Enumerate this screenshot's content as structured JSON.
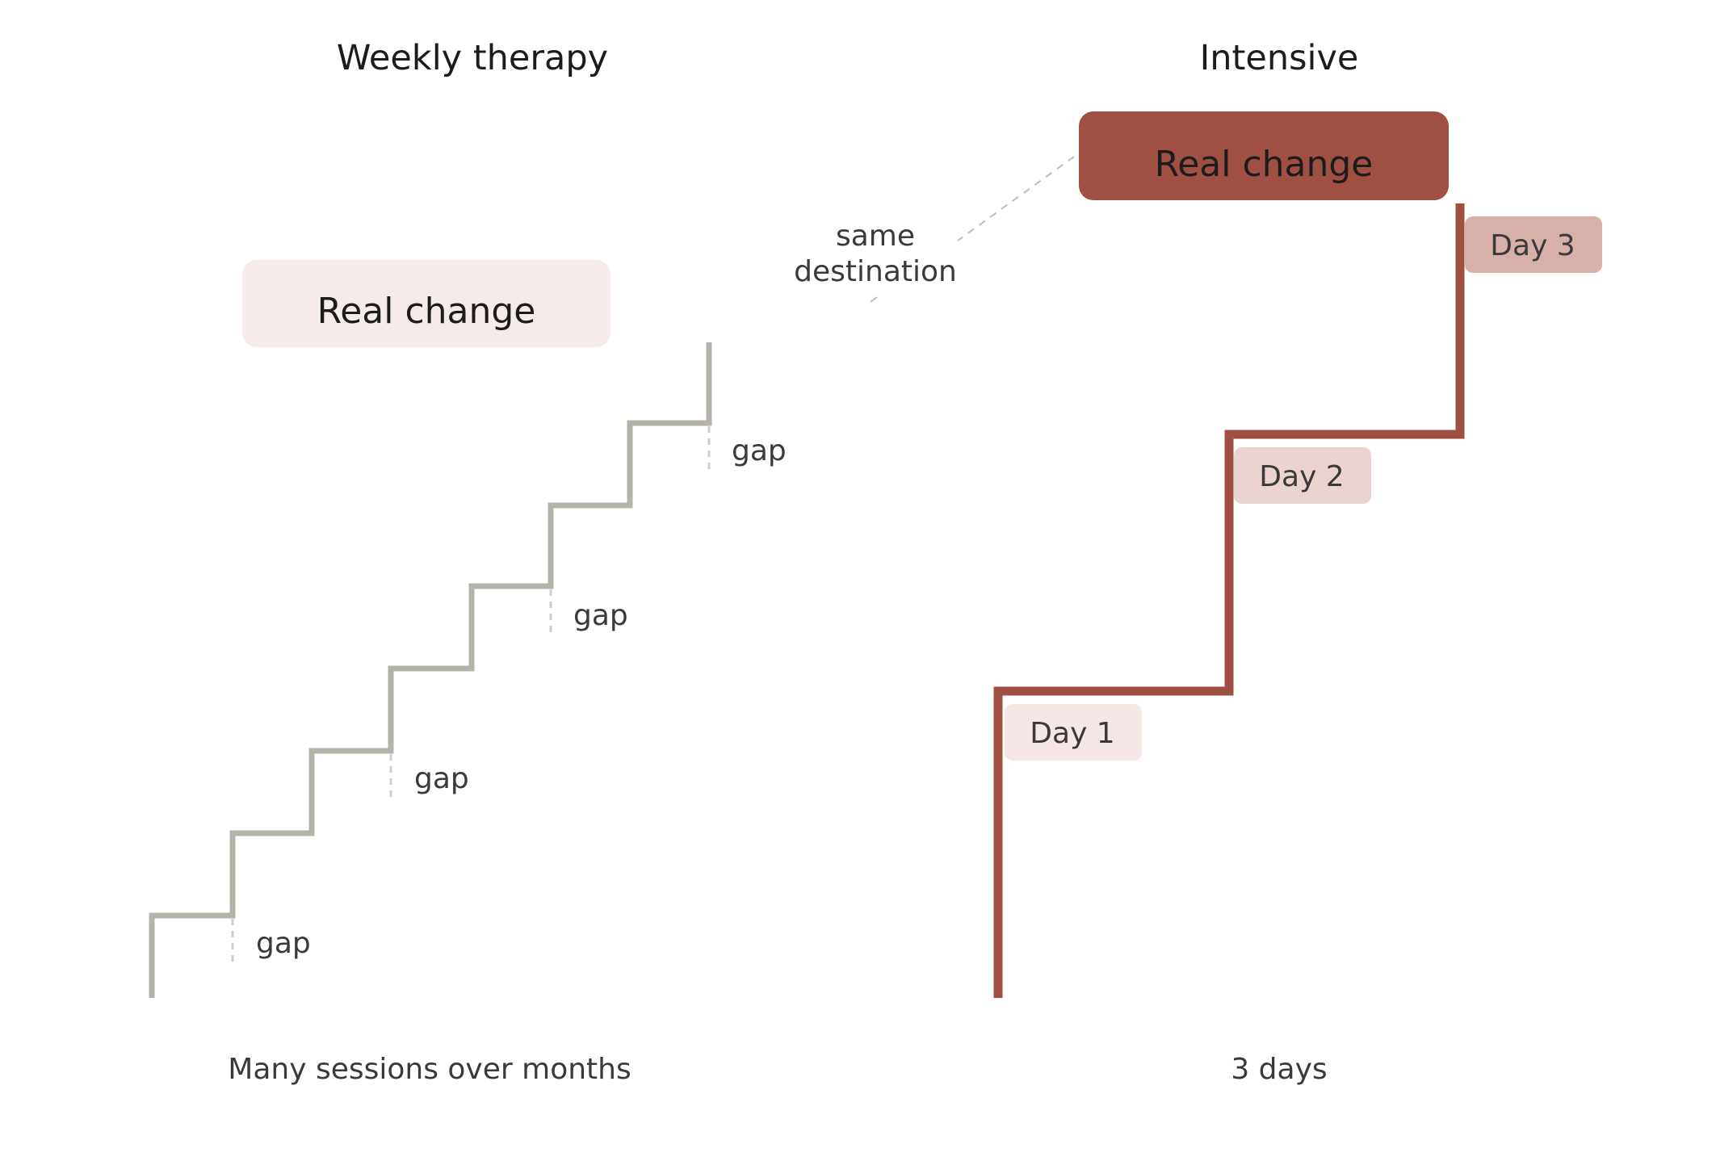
{
  "left": {
    "title": "Weekly therapy",
    "goal_label": "Real change",
    "gap_labels": [
      "gap",
      "gap",
      "gap",
      "gap"
    ],
    "footer": "Many sessions over months"
  },
  "right": {
    "title": "Intensive",
    "goal_label": "Real change",
    "day_labels": [
      "Day 1",
      "Day 2",
      "Day 3"
    ],
    "footer": "3 days"
  },
  "connector": {
    "line1": "same",
    "line2": "destination"
  },
  "colors": {
    "accent": "#a05042",
    "gray_stair": "#b5b3aa",
    "light_box": "#f5ecea",
    "day1_box": "#f4e7e5",
    "day2_box": "#ead3d0",
    "day3_box": "#d7b0aa",
    "gap_dash": "#cfcfcf"
  }
}
